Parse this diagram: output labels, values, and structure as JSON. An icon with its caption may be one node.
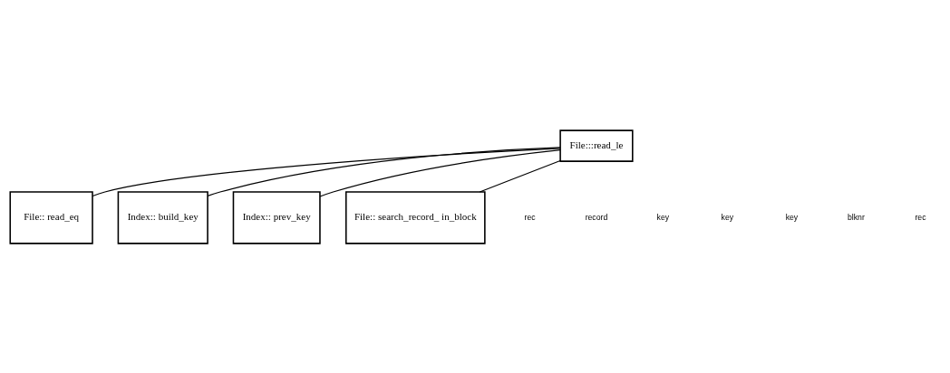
{
  "diagram": {
    "nodes": [
      {
        "text": [
          "File:::read_le"
        ]
      },
      {
        "text": [
          "File:: read_eq"
        ]
      },
      {
        "text": [
          "Index:: build_key"
        ]
      },
      {
        "text": [
          "Index:: prev_key"
        ]
      },
      {
        "text": [
          "File:: search_record_ in_block"
        ]
      }
    ],
    "edges": [
      {
        "from": 0,
        "to": 1,
        "arrow": "none"
      },
      {
        "from": 0,
        "to": 2,
        "arrow": "none"
      },
      {
        "from": 0,
        "to": 3,
        "arrow": "none"
      },
      {
        "from": 0,
        "to": 4,
        "arrow": "none"
      }
    ],
    "labels": [
      "rec",
      "record",
      "key",
      "key",
      "key",
      "blknr",
      "rec"
    ]
  }
}
